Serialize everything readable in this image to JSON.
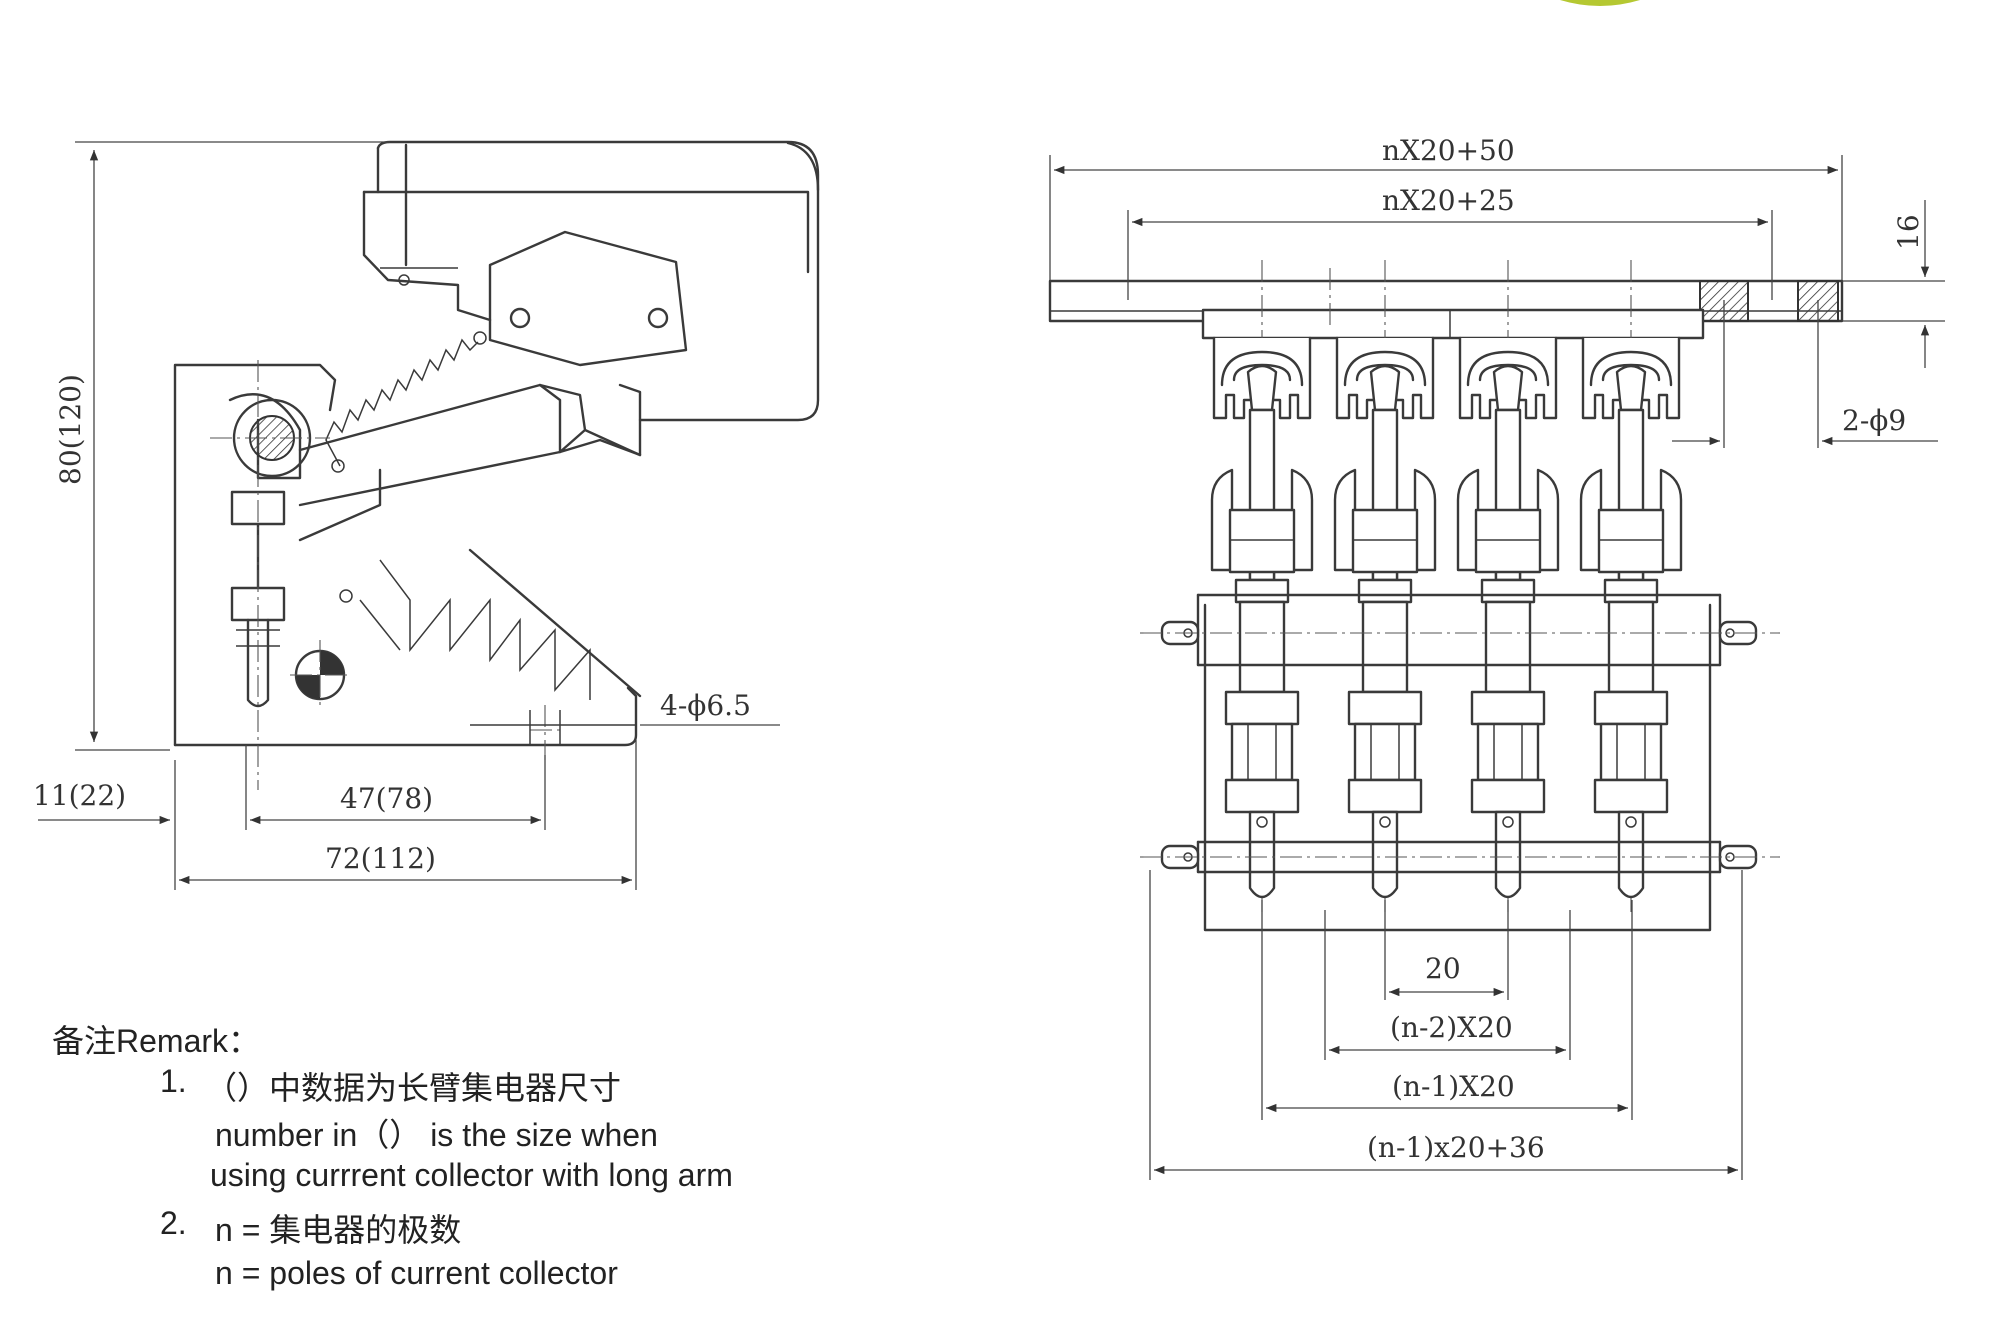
{
  "side_view": {
    "height_label": "80(120)",
    "hole_label": "4-ϕ6.5",
    "left_offset_label": "11(22)",
    "inner_width_label": "47(78)",
    "base_width_label": "72(112)"
  },
  "front_view": {
    "top_width_label": "nX20+50",
    "inner_width_label": "nX20+25",
    "plate_thickness_label": "16",
    "hole_label": "2-ϕ9",
    "pitch_label": "20",
    "span_n2_label": "(n-2)X20",
    "span_n1_label": "(n-1)X20",
    "overall_label": "(n-1)x20+36",
    "pole_count": 4
  },
  "remark": {
    "heading": "备注Remark：",
    "item1_num": "1.",
    "item1_cn": "（）中数据为长臂集电器尺寸",
    "item1_en_line1": "number in（） is the size when",
    "item1_en_line2": "using currrent collector  with long arm",
    "item2_num": "2.",
    "item2_cn": "n =  集电器的极数",
    "item2_en": "n =  poles of current collector"
  },
  "colors": {
    "line": "#3a3a3a",
    "accent_blob": "#b5c832"
  }
}
